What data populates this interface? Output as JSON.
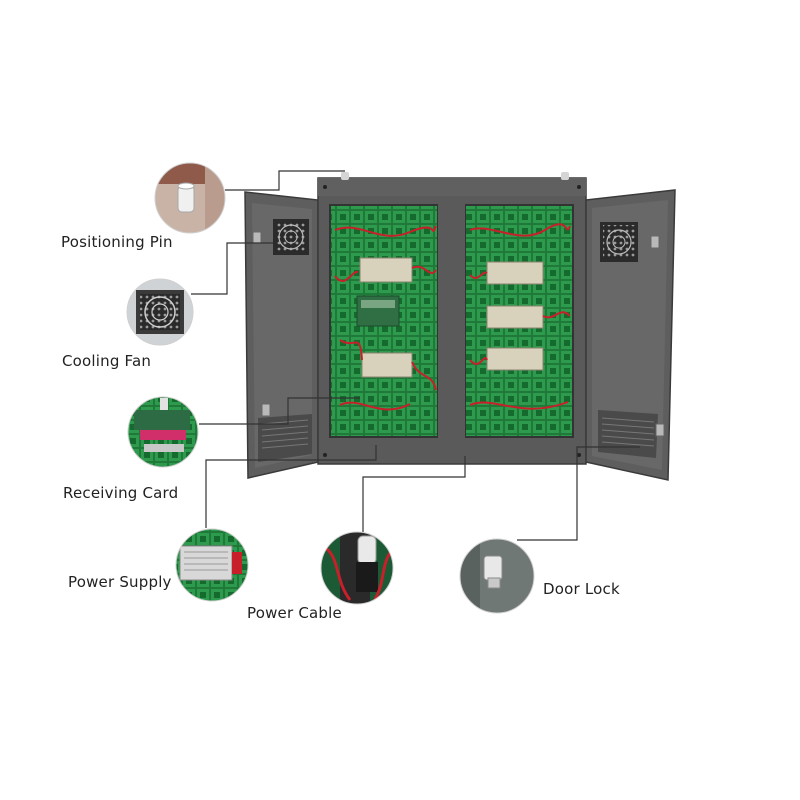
{
  "labels": {
    "positioning_pin": "Positioning Pin",
    "cooling_fan": "Cooling Fan",
    "receiving_card": "Receiving Card",
    "power_supply": "Power Supply",
    "power_cable": "Power Cable",
    "door_lock": "Door Lock"
  },
  "colors": {
    "cabinet": "#5a5a5a",
    "cabinet_dark": "#3e3e3e",
    "circuit_board": "#1f7a3a",
    "cable": "#c8202a",
    "psu": "#d8d2bc",
    "leader_line": "#333333"
  }
}
